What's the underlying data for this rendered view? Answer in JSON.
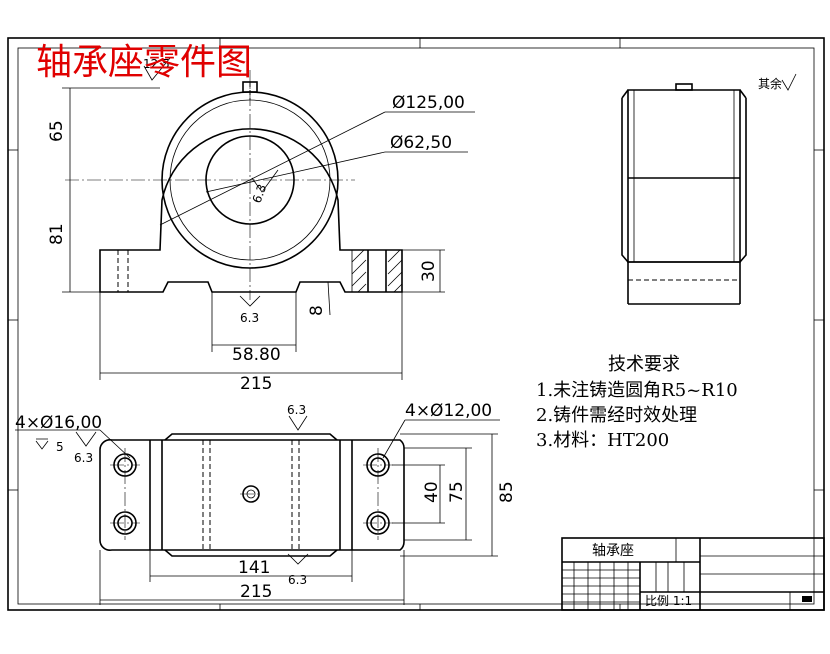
{
  "drawing": {
    "title": "轴承座零件图",
    "title_color": "#e00000",
    "roughness_other": "其余"
  },
  "front_view": {
    "dim_65": "65",
    "dim_81": "81",
    "dim_outer_dia": "Ø125,00",
    "dim_inner_dia": "Ø62,50",
    "rough_bore": "6.3",
    "rough_top": "12.5",
    "dim_30": "30",
    "dim_8": "8",
    "rough_bottom": "6.3",
    "dim_58_80": "58.80",
    "dim_215": "215"
  },
  "top_view": {
    "holes_16": "4×Ø16,00",
    "depth_5": "5",
    "rough_left": "6.3",
    "rough_center": "6.3",
    "holes_12": "4×Ø12,00",
    "dim_40": "40",
    "dim_75": "75",
    "dim_85": "85",
    "dim_141": "141",
    "rough_bottom": "6.3",
    "dim_215": "215"
  },
  "tech_requirements": {
    "heading": "技术要求",
    "item1": "1.未注铸造圆角R5~R10",
    "item2": "2.铸件需经时效处理",
    "item3": "3.材料：HT200"
  },
  "title_block": {
    "part_name": "轴承座",
    "scale": "比例 1:1"
  }
}
